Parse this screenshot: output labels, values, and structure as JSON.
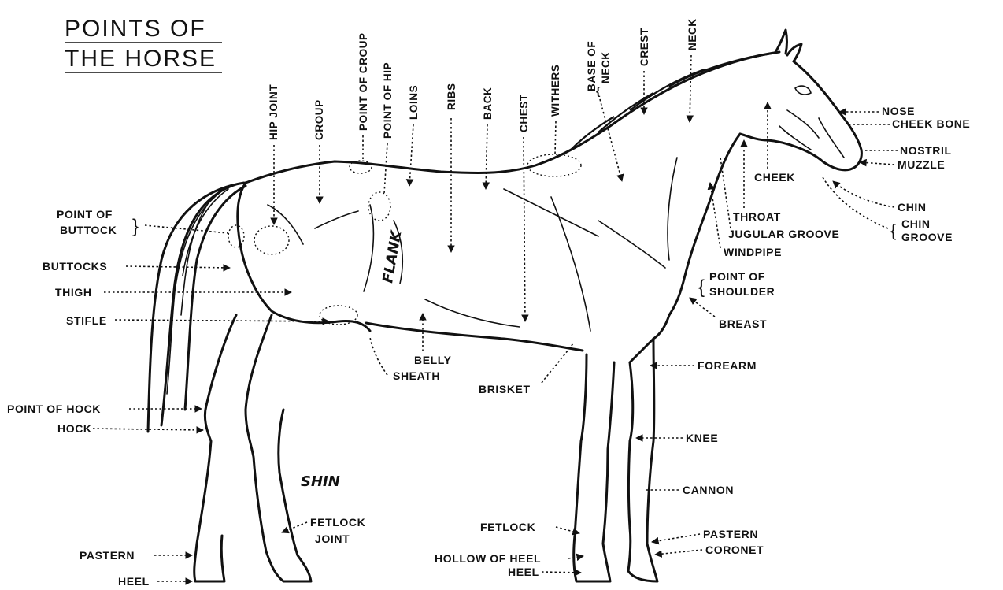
{
  "title": {
    "line1": "POINTS OF",
    "line2": "THE HORSE"
  },
  "labels": {
    "hip_joint": "HIP JOINT",
    "croup": "CROUP",
    "point_of_croup": "POINT OF CROUP",
    "point_of_hip": "POINT OF HIP",
    "loins": "LOINS",
    "ribs": "RIBS",
    "back": "BACK",
    "chest": "CHEST",
    "withers": "WITHERS",
    "base_of_neck_1": "BASE OF",
    "base_of_neck_2": "NECK",
    "crest": "CREST",
    "neck": "NECK",
    "nose": "NOSE",
    "cheek_bone": "CHEEK BONE",
    "nostril": "NOSTRIL",
    "muzzle": "MUZZLE",
    "cheek": "CHEEK",
    "chin": "CHIN",
    "chin_groove_1": "CHIN",
    "chin_groove_2": "GROOVE",
    "throat": "THROAT",
    "jugular_groove": "JUGULAR GROOVE",
    "windpipe": "WINDPIPE",
    "point_of_shoulder_1": "POINT OF",
    "point_of_shoulder_2": "SHOULDER",
    "breast": "BREAST",
    "forearm": "FOREARM",
    "knee": "KNEE",
    "cannon": "CANNON",
    "pastern_front": "PASTERN",
    "coronet": "CORONET",
    "fetlock_front": "FETLOCK",
    "hollow_of_heel": "HOLLOW OF HEEL",
    "heel_front": "HEEL",
    "brisket": "BRISKET",
    "belly": "BELLY",
    "sheath": "SHEATH",
    "flank": "FLANK",
    "shin": "SHIN",
    "fetlock_joint_1": "FETLOCK",
    "fetlock_joint_2": "JOINT",
    "pastern_hind": "PASTERN",
    "heel_hind": "HEEL",
    "point_of_buttock_1": "POINT OF",
    "point_of_buttock_2": "BUTTOCK",
    "buttocks": "BUTTOCKS",
    "thigh": "THIGH",
    "stifle": "STIFLE",
    "point_of_hock": "POINT OF HOCK",
    "hock": "HOCK"
  },
  "colors": {
    "ink": "#111111",
    "paper": "#ffffff"
  }
}
